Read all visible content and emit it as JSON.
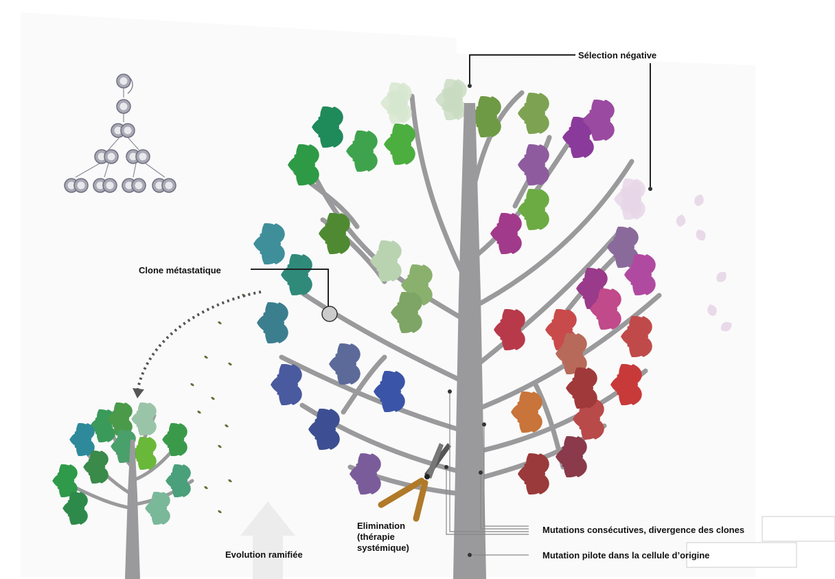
{
  "labels": {
    "negative_selection": "Sélection négative",
    "metastatic_clone": "Clone métastatique",
    "elimination_line1": "Elimination",
    "elimination_line2": "(thérapie",
    "elimination_line3": "systémique)",
    "branched_evolution": "Evolution ramifiée",
    "consecutive_mutations": "Mutations consécutives, divergence des clones",
    "driver_mutation": "Mutation pilote dans la cellule d’origine"
  },
  "icons": {
    "cell_division": "cell-division-icon",
    "pruning_shears": "pruning-shears-icon",
    "arrow_up": "arrow-up-icon",
    "clone_marker": "circle-marker-icon"
  },
  "colors": {
    "trunk": "#9a9a9c",
    "leader_line": "#222222",
    "callout_line": "#777777",
    "cell": "#a9a9b6"
  },
  "leaf_groups": [
    {
      "color": "#d6e6cf"
    },
    {
      "color": "#c9dcc2"
    },
    {
      "color": "#6f9a45"
    },
    {
      "color": "#7da352"
    },
    {
      "color": "#1f8a5a"
    },
    {
      "color": "#3fa34d"
    },
    {
      "color": "#4cae3f"
    },
    {
      "color": "#2e9a45"
    },
    {
      "color": "#4f8a32"
    },
    {
      "color": "#b9d3b1"
    },
    {
      "color": "#8ab06e"
    },
    {
      "color": "#7ea565"
    },
    {
      "color": "#3f8f9a"
    },
    {
      "color": "#2f8a7a"
    },
    {
      "color": "#3b7f8f"
    },
    {
      "color": "#5c6a9a"
    },
    {
      "color": "#3a54a8"
    },
    {
      "color": "#4a5a9f"
    },
    {
      "color": "#3d4f92"
    },
    {
      "color": "#7a5c9a"
    },
    {
      "color": "#6cab43"
    },
    {
      "color": "#a13a8a"
    },
    {
      "color": "#8a3a9a"
    },
    {
      "color": "#9a4aa0"
    },
    {
      "color": "#8e5c9e"
    },
    {
      "color": "#e6d6e6"
    },
    {
      "color": "#8a6a9a"
    },
    {
      "color": "#b04aa0"
    },
    {
      "color": "#9a3a8a"
    },
    {
      "color": "#b83a4a"
    },
    {
      "color": "#c94a4a"
    },
    {
      "color": "#b86a5a"
    },
    {
      "color": "#c8743a"
    },
    {
      "color": "#b84a4a"
    },
    {
      "color": "#a03a3a"
    },
    {
      "color": "#c83a3a"
    },
    {
      "color": "#9a3a3a"
    },
    {
      "color": "#8a3a4a"
    },
    {
      "color": "#c04a4a"
    },
    {
      "color": "#c04a8a"
    }
  ],
  "small_tree_leaves": [
    {
      "color": "#3a9a5a"
    },
    {
      "color": "#2e8a9a"
    },
    {
      "color": "#4a9a4a"
    },
    {
      "color": "#9ac4a8"
    },
    {
      "color": "#2f9a4a"
    },
    {
      "color": "#6ab83a"
    },
    {
      "color": "#4aa06a"
    },
    {
      "color": "#3a9a4a"
    },
    {
      "color": "#2e8a4a"
    },
    {
      "color": "#4aa07a"
    },
    {
      "color": "#3a8a4a"
    },
    {
      "color": "#7ab89a"
    }
  ]
}
